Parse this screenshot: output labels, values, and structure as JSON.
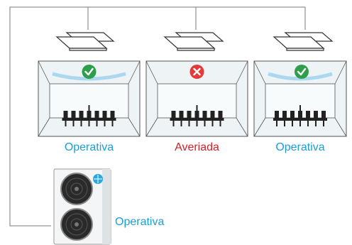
{
  "diagram": {
    "colors": {
      "pipe": "#7a7a7a",
      "room_bg": "#eef3f6",
      "room_line": "#555555",
      "airflow": "#5ab9e6",
      "ok": "#2e9e4a",
      "fault": "#e23b3b",
      "label_ok": "#1a9fd6",
      "label_fault": "#d32128"
    },
    "rooms": [
      {
        "status": "ok",
        "status_icon": "check-icon",
        "label": "Operativa"
      },
      {
        "status": "fault",
        "status_icon": "x-icon",
        "label": "Averiada"
      },
      {
        "status": "ok",
        "status_icon": "check-icon",
        "label": "Operativa"
      }
    ],
    "outdoor_unit": {
      "label": "Operativa",
      "logo_icon": "brand-globe-icon"
    }
  }
}
